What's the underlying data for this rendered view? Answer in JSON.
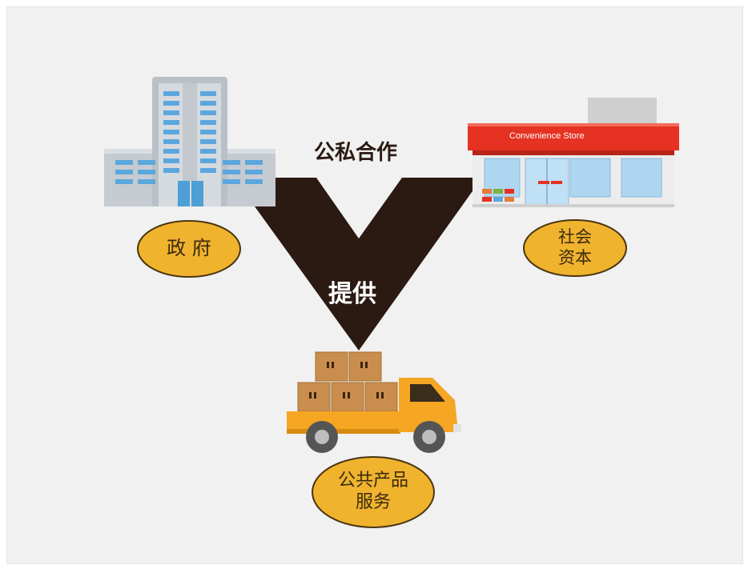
{
  "diagram": {
    "top_label": "公私合作",
    "center_label": "提供",
    "left_label": "政 府",
    "right_label_line1": "社会",
    "right_label_line2": "资本",
    "bottom_label_line1": "公共产品",
    "bottom_label_line2": "服务",
    "store_sign": "Convenience Store"
  },
  "colors": {
    "arrow": "#2b1a12",
    "ellipse_fill": "#f0b32e",
    "ellipse_stroke": "#4a3510",
    "truck": "#f5a623",
    "store_red": "#e53222",
    "building_gray": "#bfc5cb",
    "window_blue": "#5ba7dd"
  },
  "icons": [
    "government-building-icon",
    "convenience-store-icon",
    "delivery-truck-icon"
  ]
}
